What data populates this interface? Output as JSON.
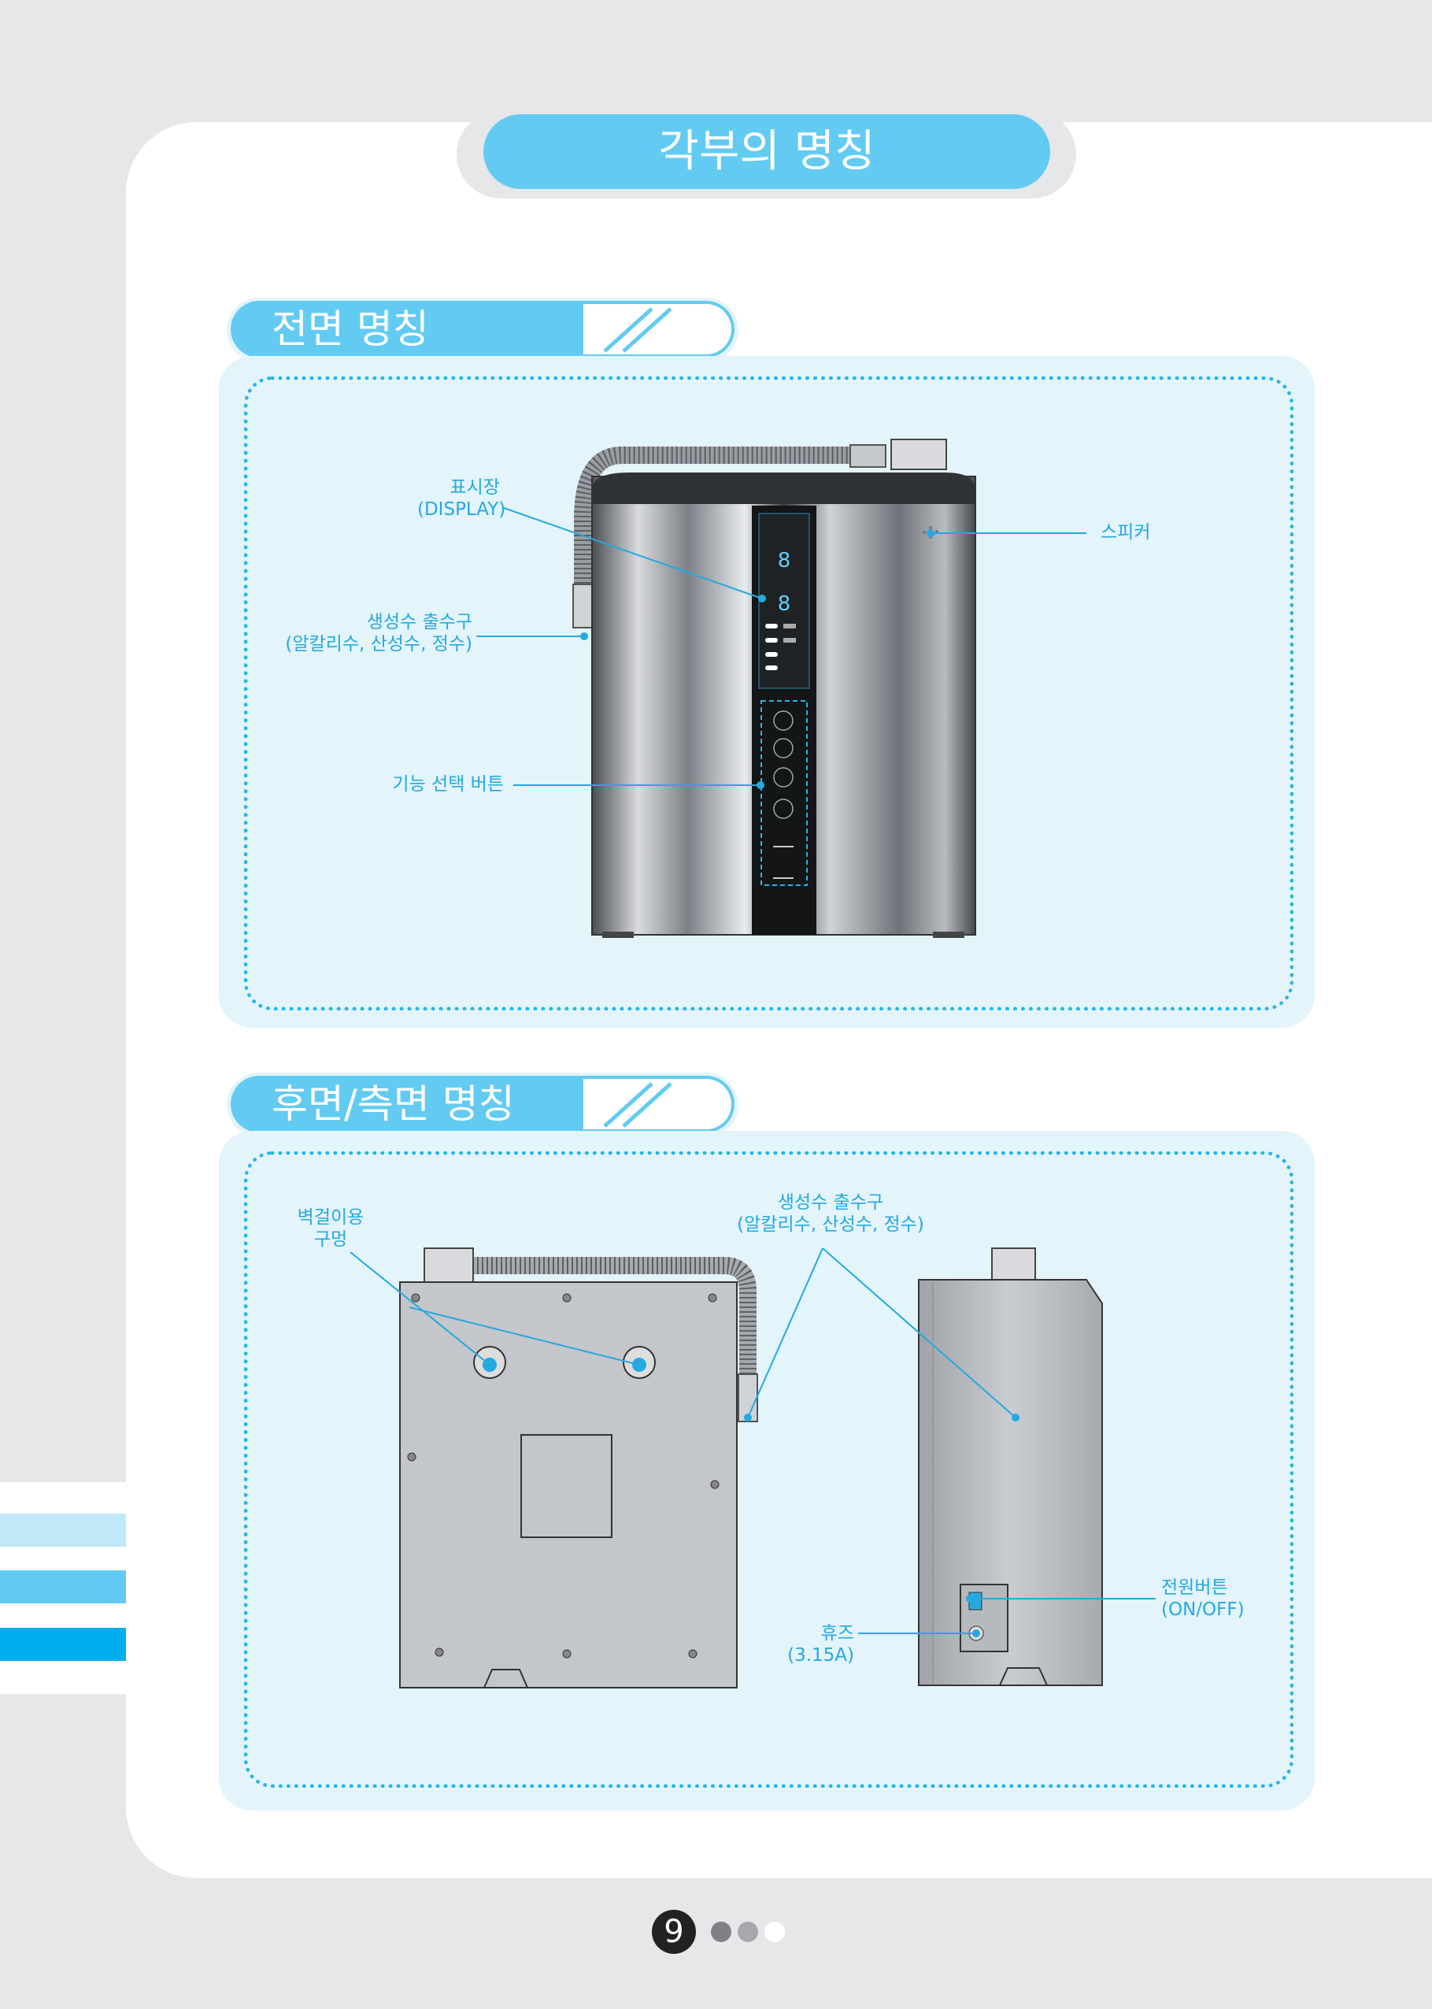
{
  "page_title": "각부의 명칭",
  "front_section": {
    "heading": "전면 명칭",
    "labels": {
      "display_ko": "표시장",
      "display_en": "(DISPLAY)",
      "speaker": "스피커",
      "outlet_line1": "생성수 출수구",
      "outlet_line2": "(알칼리수, 산성수, 정수)",
      "buttons": "기능 선택 버튼"
    }
  },
  "rear_section": {
    "heading": "후면/측면 명칭",
    "labels": {
      "wall_line1": "벽걸이용",
      "wall_line2": "구멍",
      "outlet_line1": "생성수 출수구",
      "outlet_line2": "(알칼리수, 산성수, 정수)",
      "power_line1": "전원버튼",
      "power_line2": "(ON/OFF)",
      "fuse": "휴즈(3.15A)"
    }
  },
  "footer": {
    "page_number": "9"
  },
  "colors": {
    "accent": "#63cbf1",
    "light_panel": "#e3f4fb",
    "dotted_border": "#28b5e6",
    "label_text": "#25a9e0",
    "background": "#e6e7e9"
  }
}
